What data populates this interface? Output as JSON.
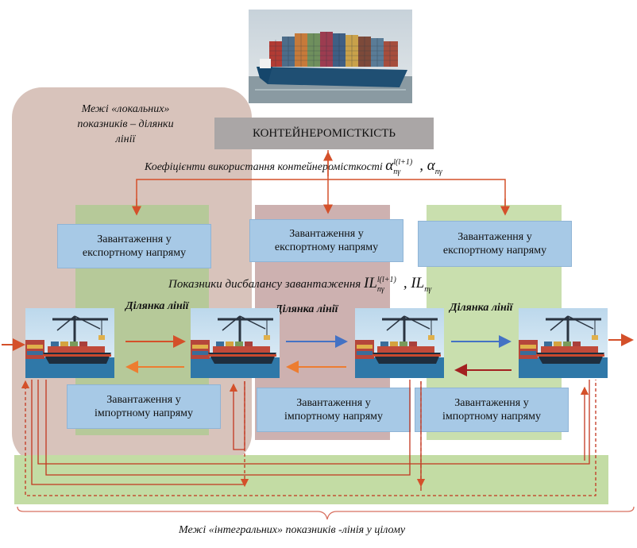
{
  "local_limits_label": [
    "Межі «локальних»",
    "показників – ділянки",
    "лінії"
  ],
  "capacity_label": "КОНТЕЙНЕРОМІСТКІСТЬ",
  "coefficients_label": "Коефіцієнти використання контейнеромісткості",
  "coef_formula": {
    "alpha": "α",
    "sub": "nγ",
    "sup": "l(l+1)",
    "sep": ","
  },
  "export_box": [
    "Завантаження у",
    "експортному напряму"
  ],
  "import_box": [
    "Завантаження у",
    "імпортному напряму"
  ],
  "imbalance_label": "Показники дисбалансу завантаження",
  "imbalance_formula": {
    "symbol": "IL",
    "sub": "nγ",
    "sup": "l(l+1)",
    "sep": ","
  },
  "section_label": "Ділянка лінії",
  "integral_label": "Межі «інтегральних» показників -лінія у цілому",
  "colors": {
    "local_zone": "#d8c3bb",
    "col_green_dark": "#b6c999",
    "col_mauve": "#cdb1b0",
    "col_green_light": "#c9dfae",
    "bottom_band": "#c3dca4",
    "capacity_box": "#aaa6a6",
    "box_blue": "#a7c9e6",
    "arrow_red": "#d4502a",
    "arrow_blue": "#4472c4",
    "arrow_orange": "#ed7d31",
    "arrow_darkred": "#a32020",
    "brace": "#d87060"
  }
}
